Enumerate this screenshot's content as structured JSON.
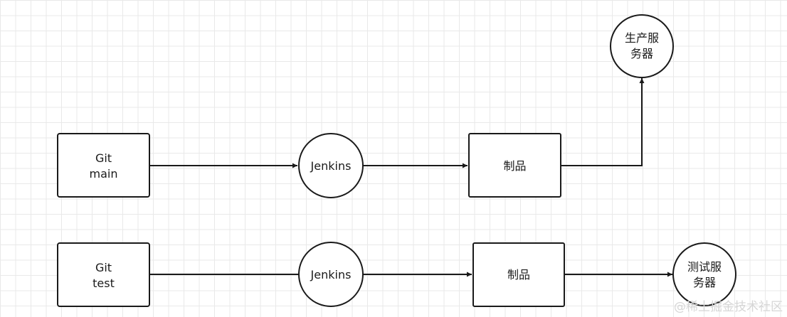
{
  "diagram": {
    "row1": {
      "source_line1": "Git",
      "source_line2": "main",
      "ci": "Jenkins",
      "artifact": "制品",
      "target_line1": "生产服",
      "target_line2": "务器"
    },
    "row2": {
      "source_line1": "Git",
      "source_line2": "test",
      "ci": "Jenkins",
      "artifact": "制品",
      "target_line1": "测试服",
      "target_line2": "务器"
    }
  },
  "watermark": "@稀土掘金技术社区",
  "colors": {
    "stroke": "#1a1a1a",
    "grid": "#e9e9e9",
    "background": "#ffffff",
    "watermark": "#d6d6d6"
  }
}
